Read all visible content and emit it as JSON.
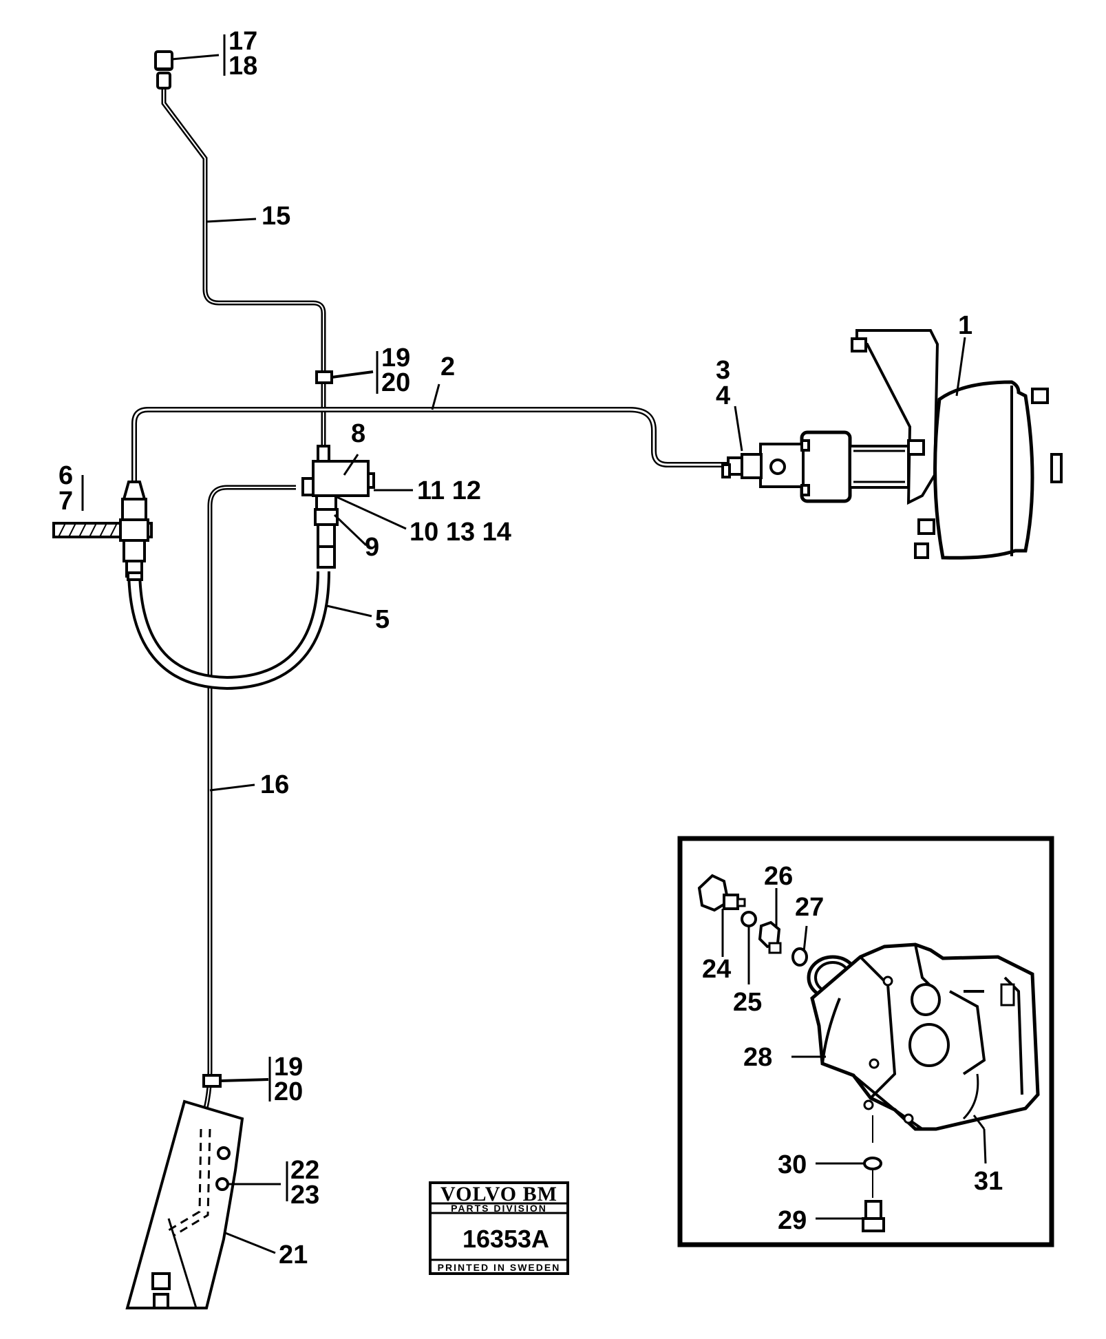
{
  "callouts": {
    "c1": "1",
    "c2": "2",
    "c3": "3",
    "c4": "4",
    "c5": "5",
    "c6": "6",
    "c7": "7",
    "c8": "8",
    "c9": "9",
    "c10_13_14": "10 13 14",
    "c11_12": "11 12",
    "c15": "15",
    "c16": "16",
    "c17": "17",
    "c18": "18",
    "c19_top": "19",
    "c20_top": "20",
    "c19_bot": "19",
    "c20_bot": "20",
    "c21": "21",
    "c22": "22",
    "c23": "23",
    "c24": "24",
    "c25": "25",
    "c26": "26",
    "c27": "27",
    "c28": "28",
    "c29": "29",
    "c30": "30",
    "c31": "31"
  },
  "stamp": {
    "brand": "VOLVO BM",
    "division": "PARTS DIVISION",
    "number": "16353A",
    "printed": "PRINTED IN SWEDEN"
  }
}
